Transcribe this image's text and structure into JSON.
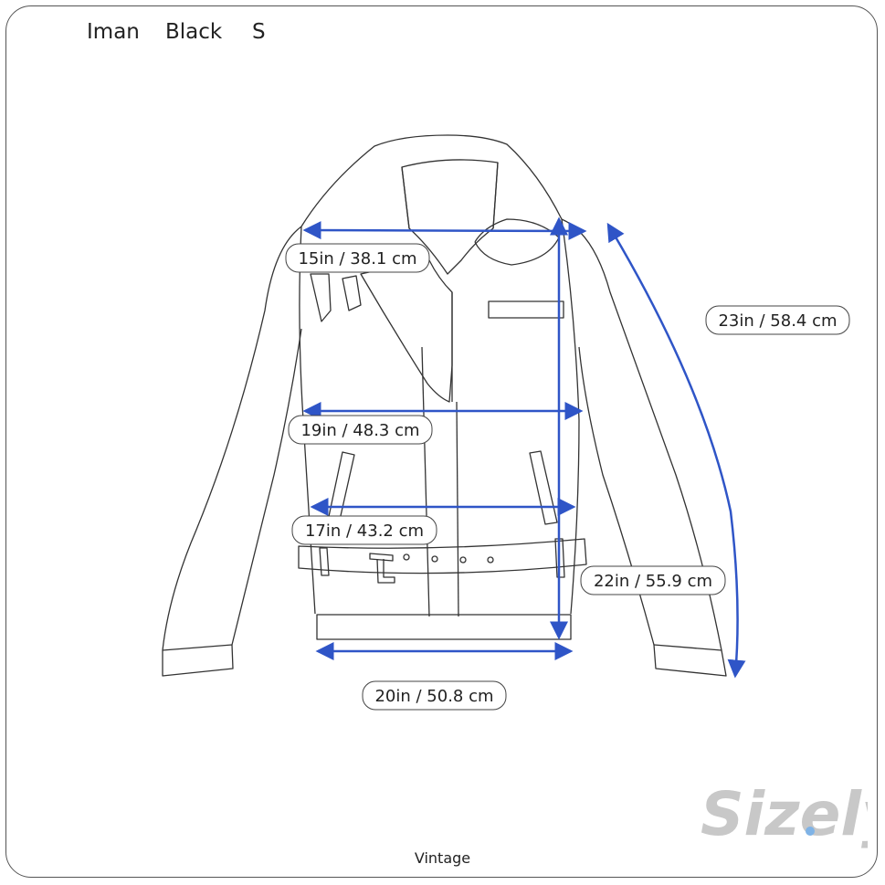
{
  "header": {
    "brand": "Iman",
    "color": "Black",
    "size": "S"
  },
  "measurements": {
    "shoulder": "15in / 38.1 cm",
    "chest": "19in / 48.3 cm",
    "waist": "17in / 43.2 cm",
    "hem": "20in / 50.8 cm",
    "length": "22in / 55.9 cm",
    "sleeve": "23in / 58.4 cm"
  },
  "footer": {
    "label": "Vintage"
  },
  "logo": {
    "text": "Sizely"
  },
  "colors": {
    "arrow": "#2f55c7",
    "outline": "#333333",
    "logo": "#c8c8c8",
    "logo_dot": "#7fb3e6"
  }
}
